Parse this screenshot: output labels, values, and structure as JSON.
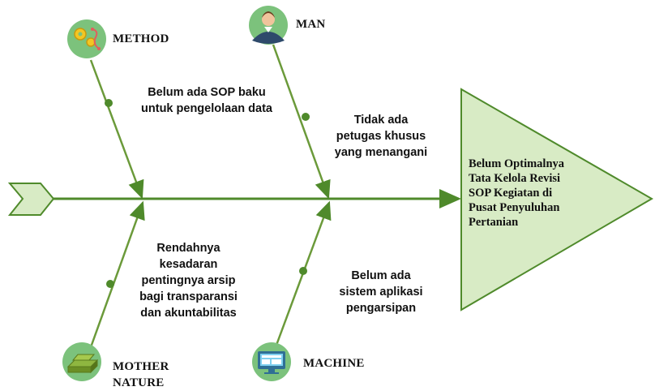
{
  "effect": {
    "lines": [
      "Belum Optimalnya",
      "Tata Kelola Revisi",
      "SOP Kegiatan di",
      "Pusat Penyuluhan",
      "Pertanian"
    ]
  },
  "categories": {
    "method": {
      "label": "METHOD",
      "icon": "gears-process-icon",
      "causes": [
        "Belum ada SOP baku",
        "untuk pengelolaan data"
      ]
    },
    "man": {
      "label": "MAN",
      "icon": "person-avatar-icon",
      "causes": [
        "Tidak ada",
        "petugas khusus",
        "yang menangani"
      ]
    },
    "mother_nature": {
      "label_lines": [
        "MOTHER",
        "NATURE"
      ],
      "icon": "gold-bars-icon",
      "causes": [
        "Rendahnya",
        "kesadaran",
        "pentingnya arsip",
        "bagi transparansi",
        "dan akuntabilitas"
      ]
    },
    "machine": {
      "label": "MACHINE",
      "icon": "computer-monitor-icon",
      "causes": [
        "Belum ada",
        "sistem aplikasi",
        "pengarsipan"
      ]
    }
  },
  "colors": {
    "spine": "#4f8a2b",
    "bone": "#6b9a3a",
    "head_fill": "#d8ebc5",
    "head_stroke": "#4f8a2b",
    "icon_bg": "#7cc27c"
  }
}
